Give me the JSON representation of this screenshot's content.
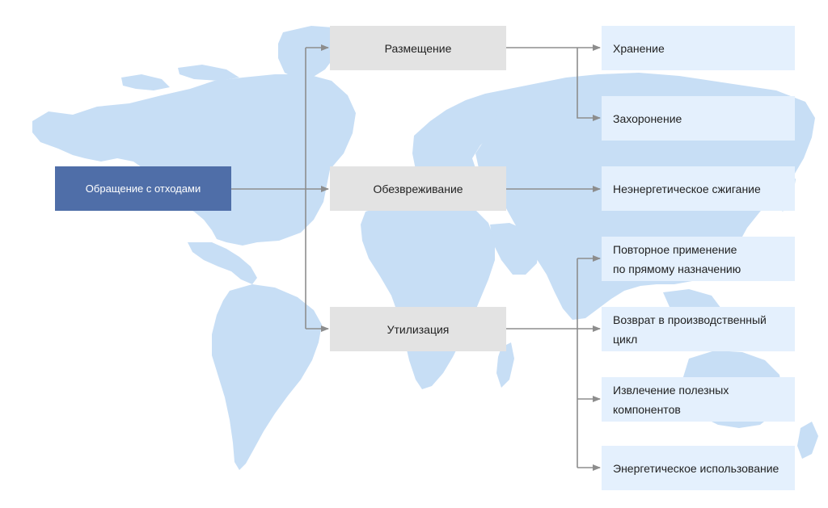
{
  "colors": {
    "root_fill": "#4f6ea8",
    "mid_fill": "#e3e3e3",
    "leaf_fill": "#e4f0fd",
    "map_fill": "#c7def5",
    "connector": "#8d8d8d"
  },
  "root": {
    "label": "Обращение с отходами"
  },
  "groups": [
    {
      "label": "Размещение",
      "children": [
        "Хранение",
        "Захоронение"
      ]
    },
    {
      "label": "Обезвреживание",
      "children": [
        "Неэнергетическое сжигание"
      ]
    },
    {
      "label": "Утилизация",
      "children": [
        "Повторное применение\nпо прямому назначению",
        "Возврат в производственный\nцикл",
        "Извлечение полезных\nкомпонентов",
        "Энергетическое использование"
      ]
    }
  ]
}
